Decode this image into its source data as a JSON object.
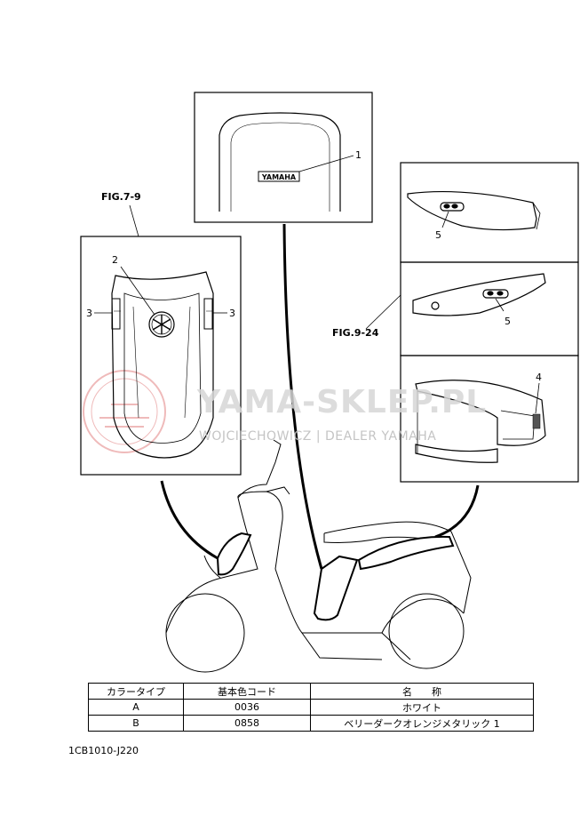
{
  "figure_refs": {
    "fig_left": "FIG.7-9",
    "fig_right": "FIG.9-24"
  },
  "callouts": {
    "c1": "1",
    "c2": "2",
    "c3_left": "3",
    "c3_right": "3",
    "c4": "4",
    "c5_top": "5",
    "c5_mid": "5"
  },
  "emblem_text": "YAMAHA",
  "watermark": {
    "main": "YAMA-SKLEP.PL",
    "sub": "WOJCIECHOWICZ | DEALER YAMAHA"
  },
  "color_table": {
    "headers": [
      "カラータイプ",
      "基本色コード",
      "名　　称"
    ],
    "rows": [
      [
        "A",
        "0036",
        "ホワイト"
      ],
      [
        "B",
        "0858",
        "ベリーダークオレンジメタリック 1"
      ]
    ]
  },
  "diagram_code": "1CB1010-J220",
  "colors": {
    "line": "#000000",
    "watermark_logo": "#e9a3a3",
    "watermark_text": "#d6d6d6"
  }
}
